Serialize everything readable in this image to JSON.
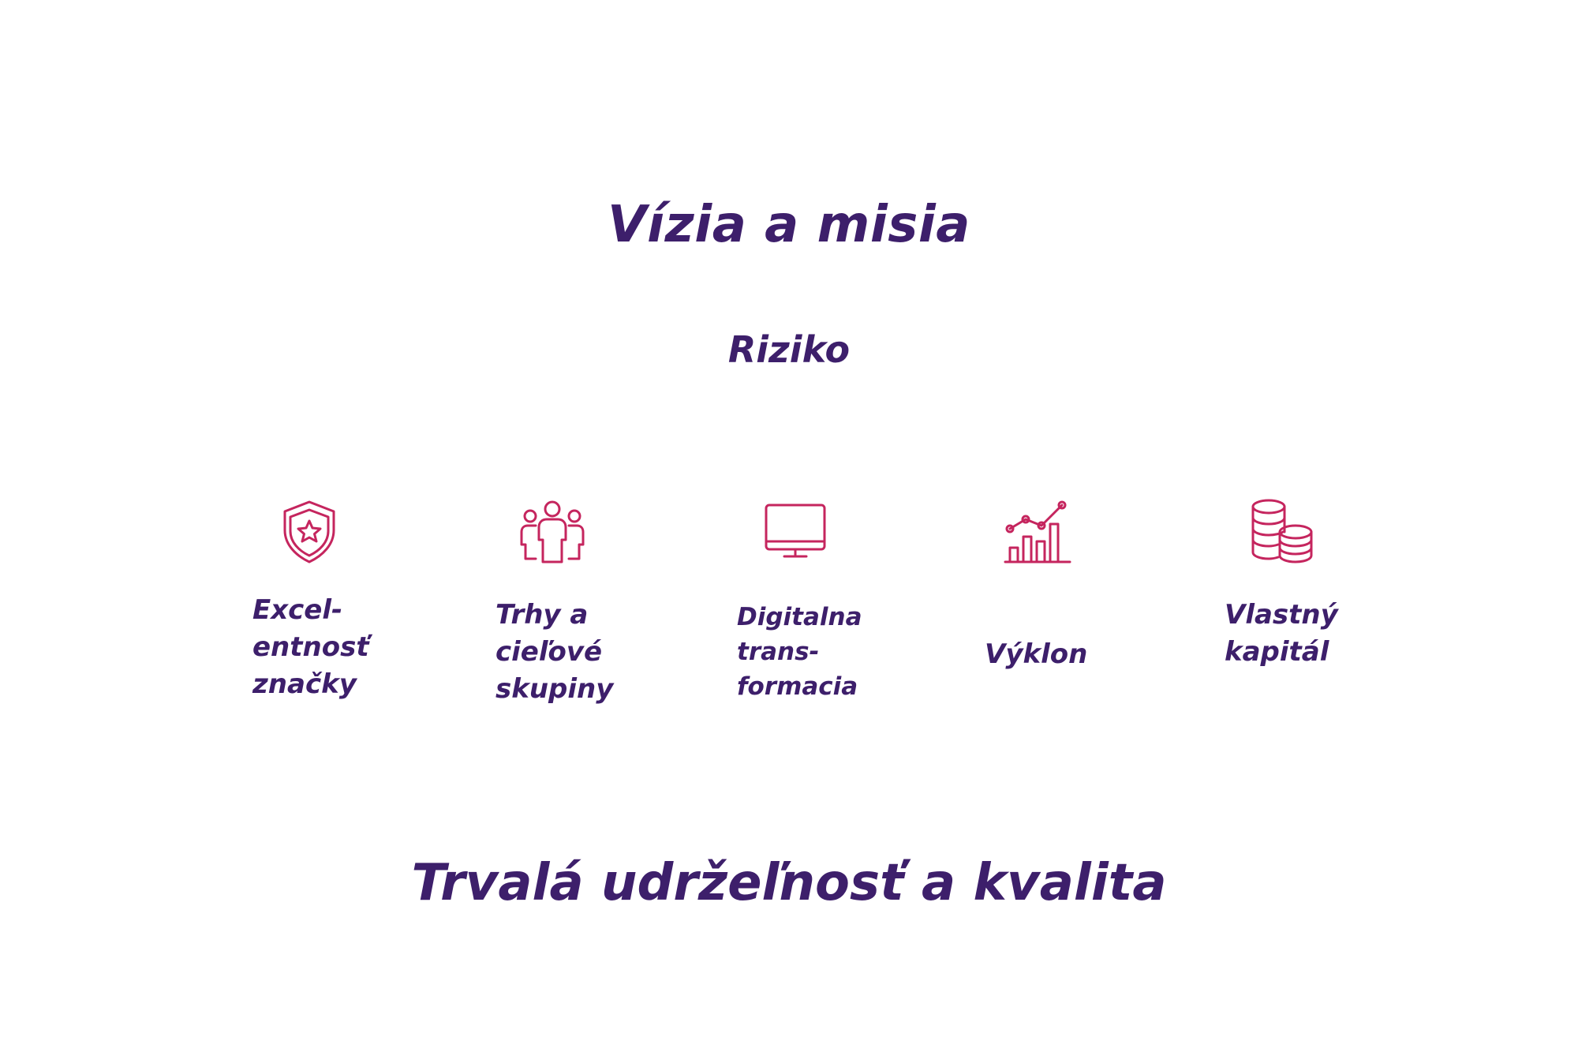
{
  "headings": {
    "title": "Vízia a misia",
    "subtitle": "Riziko",
    "bottom": "Trvalá udržeľnosť a kvalita"
  },
  "colors": {
    "text": "#3d1f6b",
    "icon": "#c5255e"
  },
  "pillars": [
    {
      "icon": "shield-star-icon",
      "label": "Excel-\nentnosť\nznačky"
    },
    {
      "icon": "people-group-icon",
      "label": "Trhy a\ncieľové\nskupiny"
    },
    {
      "icon": "monitor-icon",
      "label": "Digitalna\ntrans-\nformacia"
    },
    {
      "icon": "growth-chart-icon",
      "label": "Výklon"
    },
    {
      "icon": "coins-icon",
      "label": "Vlastný\nkapitál"
    }
  ]
}
